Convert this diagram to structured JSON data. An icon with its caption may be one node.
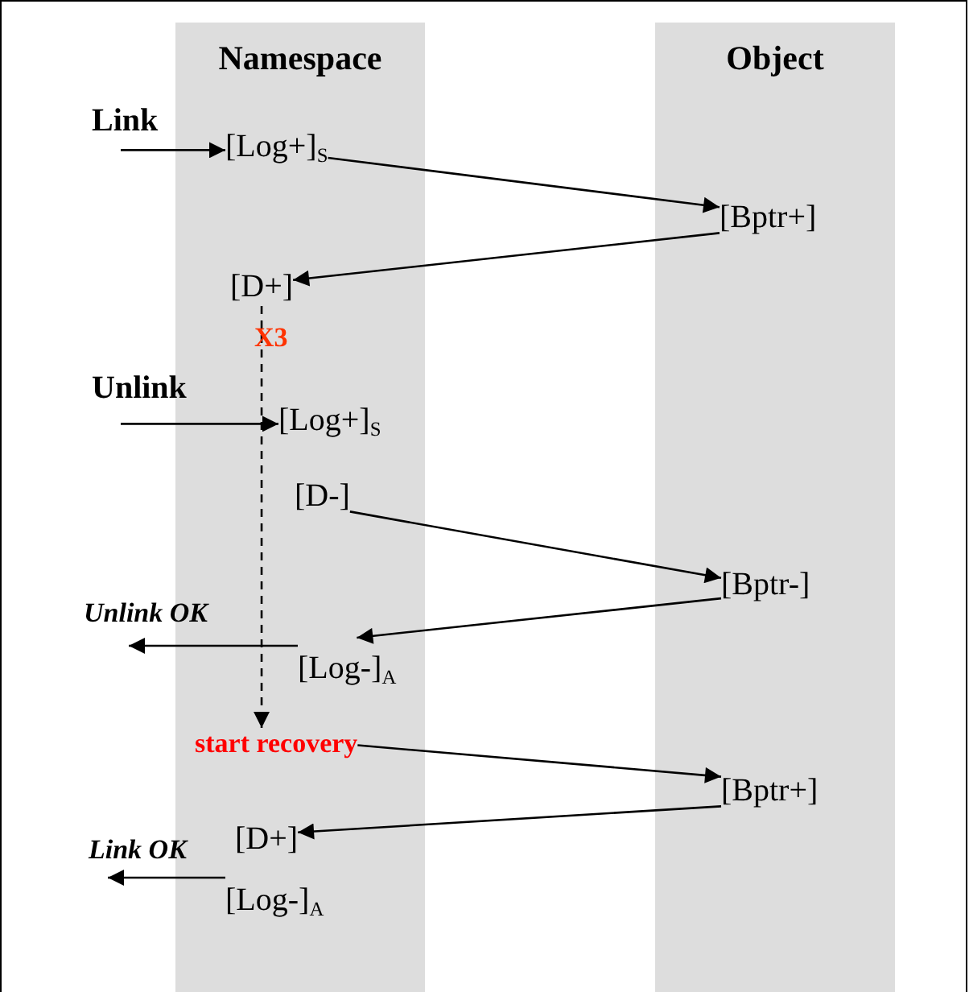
{
  "diagram": {
    "nodes": [
      {
        "text": [
          "Namespace"
        ]
      },
      {
        "text": [
          "Object"
        ]
      },
      {
        "text": [
          "[Log+]$_{S}$"
        ],
        "in": 0
      },
      {
        "text": [
          "[Bptr+]"
        ],
        "in": 1
      },
      {
        "text": [
          "[D+]"
        ],
        "in": 0
      },
      {
        "text": [
          "[Log+]$_{S}$"
        ],
        "in": 0
      },
      {
        "text": [
          "[D-]"
        ],
        "in": 0
      },
      {
        "text": [
          "[Bptr-]"
        ],
        "in": 1
      },
      {
        "text": [
          "[Log-]$_{A}$"
        ],
        "in": 0
      },
      {
        "text": [
          "start recovery"
        ],
        "in": 0
      },
      {
        "text": [
          "[Bptr+]"
        ],
        "in": 1
      },
      {
        "text": [
          "[D+]"
        ],
        "in": 0
      },
      {
        "text": [
          "[Log-]$_{A}$"
        ],
        "in": 0
      }
    ],
    "edges": [
      {
        "from": null,
        "to": 2,
        "arrow": "to",
        "label": "Link"
      },
      {
        "from": 2,
        "to": 3,
        "arrow": "to"
      },
      {
        "from": 3,
        "to": 4,
        "arrow": "to"
      },
      {
        "from": 4,
        "to": 9,
        "arrow": "to",
        "style": "dashed",
        "label": "X3"
      },
      {
        "from": null,
        "to": 5,
        "arrow": "to",
        "label": "Unlink"
      },
      {
        "from": 6,
        "to": 7,
        "arrow": "to"
      },
      {
        "from": 7,
        "to": 8,
        "arrow": "to"
      },
      {
        "from": 8,
        "to": null,
        "arrow": "to",
        "label": "Unlink OK"
      },
      {
        "from": 9,
        "to": 10,
        "arrow": "to"
      },
      {
        "from": 10,
        "to": 11,
        "arrow": "to"
      },
      {
        "from": 12,
        "to": null,
        "arrow": "to",
        "label": "Link OK"
      }
    ]
  }
}
